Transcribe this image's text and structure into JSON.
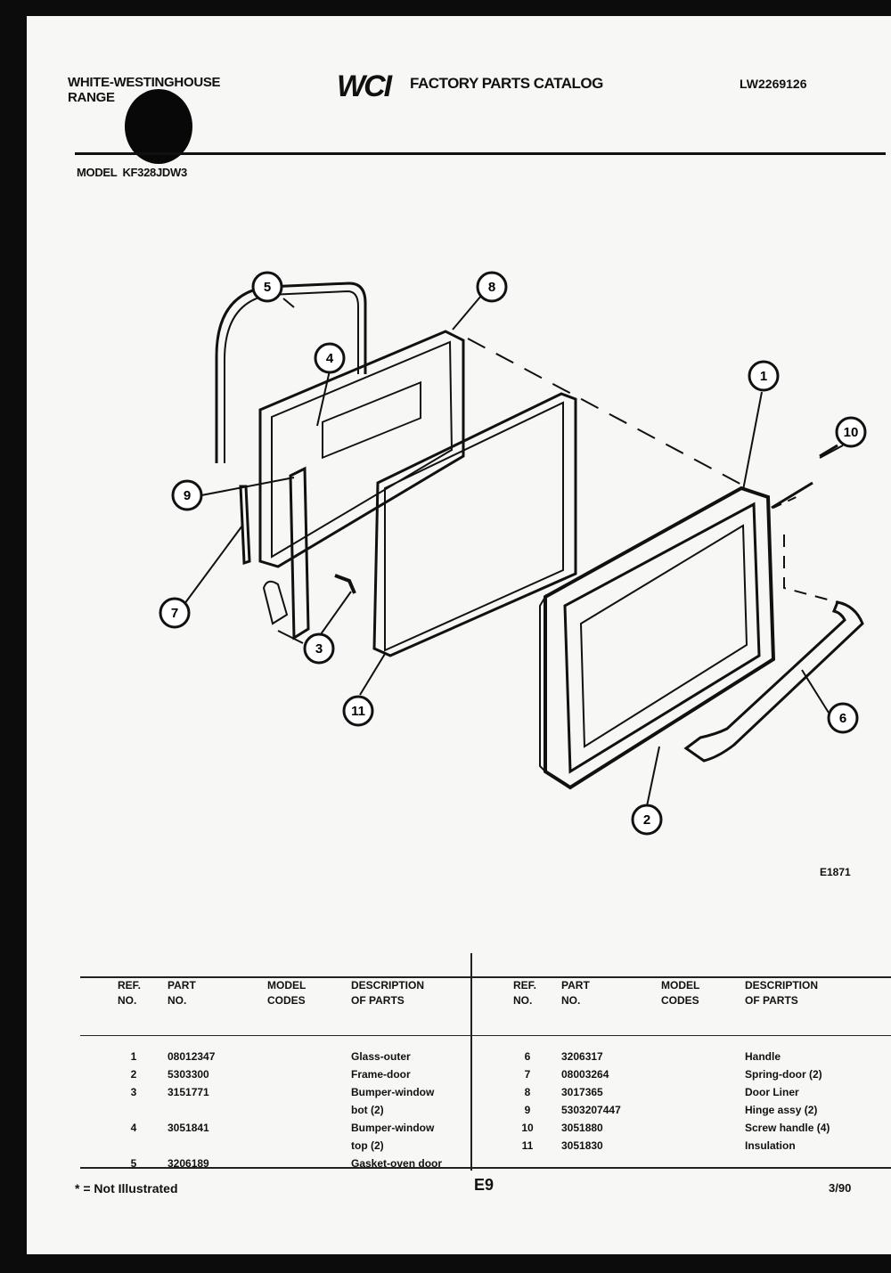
{
  "header": {
    "brand_line1": "WHITE-WESTINGHOUSE",
    "brand_line2": "RANGE",
    "logo": "WCI",
    "catalog_title": "FACTORY PARTS CATALOG",
    "catalog_code": "LW2269126"
  },
  "model": {
    "label": "MODEL",
    "value": "KF328JDW3"
  },
  "diagram": {
    "callouts": [
      "1",
      "2",
      "3",
      "4",
      "5",
      "6",
      "7",
      "8",
      "9",
      "10",
      "11"
    ],
    "id": "E1871"
  },
  "table": {
    "headers": {
      "ref": "REF.\nNO.",
      "part": "PART\nNO.",
      "model_codes": "MODEL\nCODES",
      "description": "DESCRIPTION\nOF PARTS"
    },
    "left_rows": [
      {
        "ref": "1",
        "part": "08012347",
        "desc": "Glass-outer"
      },
      {
        "ref": "2",
        "part": "5303300",
        "desc": "Frame-door"
      },
      {
        "ref": "3",
        "part": "3151771",
        "desc": "Bumper-window"
      },
      {
        "ref": "",
        "part": "",
        "desc": "bot (2)"
      },
      {
        "ref": "4",
        "part": "3051841",
        "desc": "Bumper-window"
      },
      {
        "ref": "",
        "part": "",
        "desc": "top (2)"
      },
      {
        "ref": "5",
        "part": "3206189",
        "desc": "Gasket-oven door"
      }
    ],
    "right_rows": [
      {
        "ref": "6",
        "part": "3206317",
        "desc": "Handle"
      },
      {
        "ref": "7",
        "part": "08003264",
        "desc": "Spring-door (2)"
      },
      {
        "ref": "8",
        "part": "3017365",
        "desc": "Door Liner"
      },
      {
        "ref": "9",
        "part": "5303207447",
        "desc": "Hinge assy (2)"
      },
      {
        "ref": "10",
        "part": "3051880",
        "desc": "Screw handle (4)"
      },
      {
        "ref": "11",
        "part": "3051830",
        "desc": "Insulation"
      }
    ]
  },
  "footer": {
    "note": "* = Not Illustrated",
    "page": "E9",
    "date": "3/90"
  }
}
